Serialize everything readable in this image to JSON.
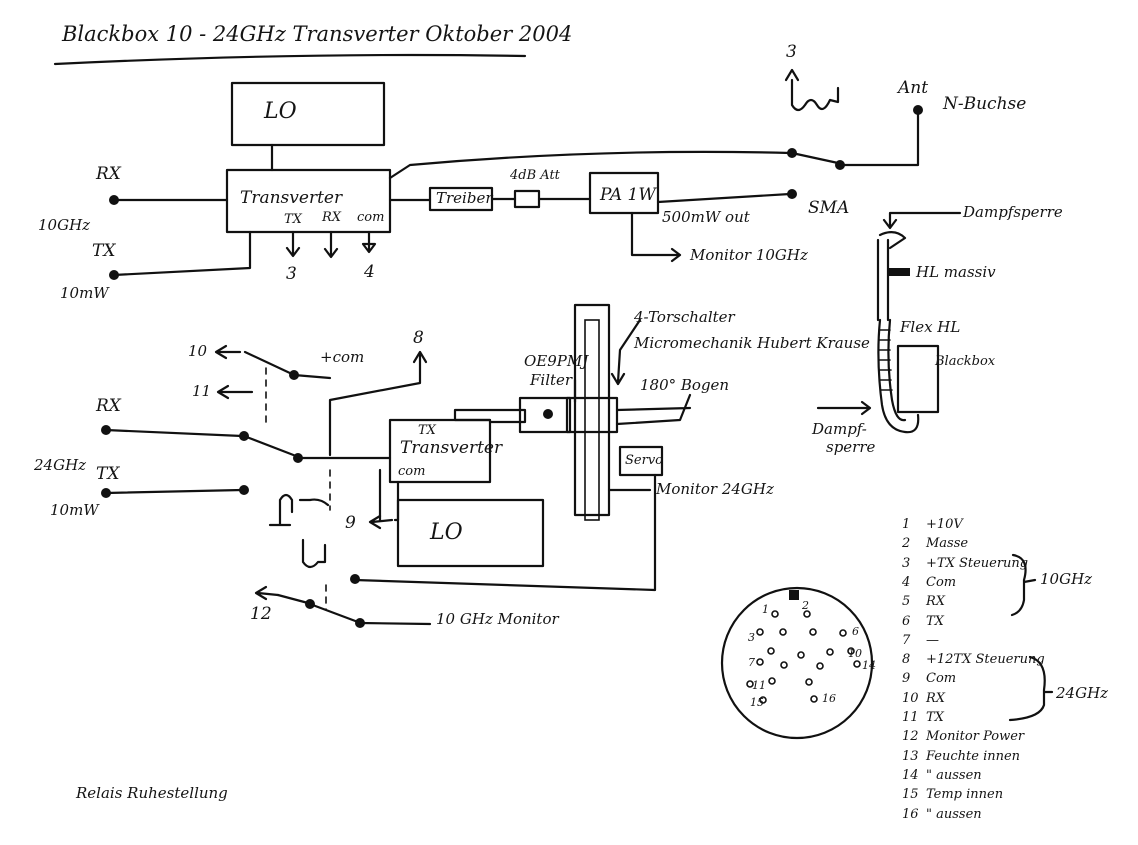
{
  "title": "Blackbox 10 - 24GHz Transverter Oktober 2004",
  "footer_note": "Relais Ruhestellung",
  "blocks": {
    "lo_top": "LO",
    "transverter_top": "Transverter",
    "treiber": "Treiber",
    "attenuator": "4dB Att",
    "pa": "PA 1W",
    "transverter_bottom": "Transverter",
    "lo_bottom": "LO",
    "servo": "Servo",
    "blackbox": "Blackbox"
  },
  "labels": {
    "rx_top": "RX",
    "ghz10": "10GHz",
    "tx_top": "TX",
    "mw10_top": "10mW",
    "tv_tx": "TX",
    "tv_rx": "RX",
    "tv_com": "com",
    "arrow3": "3",
    "arrow4": "4",
    "sma": "SMA",
    "out_500": "500mW out",
    "monitor10": "Monitor 10GHz",
    "ant": "Ant",
    "n_buchse": "N-Buchse",
    "relay3": "3",
    "dampfsperre_top": "Dampfsperre",
    "hl_massiv": "HL massiv",
    "flex_hl": "Flex HL",
    "dampfsperre_bottom_1": "Dampf-",
    "dampfsperre_bottom_2": "sperre",
    "four_port_1": "4-Torschalter",
    "four_port_2": "Micromechanik Hubert Krause",
    "oe_1": "OE9PMJ",
    "oe_2": "Filter",
    "bogen": "180° Bogen",
    "monitor24": "Monitor 24GHz",
    "l10": "10",
    "l11": "11",
    "plus_com": "+com",
    "rx_bottom": "RX",
    "ghz24": "24GHz",
    "tx_bottom": "TX",
    "mw10_bottom": "10mW",
    "arrow8": "8",
    "tv2_tx": "TX",
    "tv2_com": "com",
    "arrow9": "9",
    "arrow12": "12",
    "mon10_bottom": "10 GHz Monitor"
  },
  "pinout": [
    {
      "num": "1",
      "text": "+10V"
    },
    {
      "num": "2",
      "text": "Masse"
    },
    {
      "num": "3",
      "text": "+TX  Steuerung"
    },
    {
      "num": "4",
      "text": "Com"
    },
    {
      "num": "5",
      "text": "RX"
    },
    {
      "num": "6",
      "text": "TX"
    },
    {
      "num": "7",
      "text": "—"
    },
    {
      "num": "8",
      "text": "+12TX  Steuerung"
    },
    {
      "num": "9",
      "text": "Com"
    },
    {
      "num": "10",
      "text": "RX"
    },
    {
      "num": "11",
      "text": "TX"
    },
    {
      "num": "12",
      "text": "Monitor Power"
    },
    {
      "num": "13",
      "text": "Feuchte innen"
    },
    {
      "num": "14",
      "text": "\"   aussen"
    },
    {
      "num": "15",
      "text": "Temp innen"
    },
    {
      "num": "16",
      "text": "\"   aussen"
    }
  ],
  "brace_groups": {
    "group_10": "10GHz",
    "group_24": "24GHz"
  },
  "connector_pins": [
    "1",
    "2",
    "3",
    "6",
    "7",
    "10",
    "14",
    "11",
    "15",
    "16"
  ]
}
